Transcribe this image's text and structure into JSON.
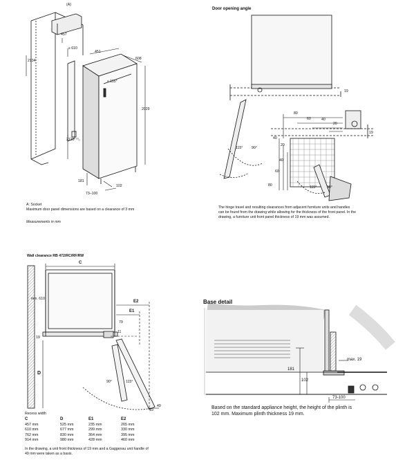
{
  "q1": {
    "marker": "(A)",
    "dims": [
      "457",
      "≥ 610",
      "451",
      "608",
      "2134",
      "≤ 115°",
      "2029",
      "2125 ⁺³₀",
      "181",
      "102",
      "73–100"
    ],
    "legend_socket": "A: Socket",
    "legend_panel": "Maximum door panel dimensions are based on a clearance of 3 mm",
    "measurements": "Measurements in mm"
  },
  "q2": {
    "title": "Door opening angle",
    "dims": [
      "19",
      "80",
      "60",
      "40",
      "20",
      "19",
      "40",
      "20",
      "115°",
      "90°",
      "40",
      "60",
      "80",
      "115°",
      "90°"
    ],
    "note": "The hinge travel and resulting clearances from adjacent furniture units and handles can be found from the drawing while allowing for the thickness of the front panel. In the drawing, a furniture unit front panel thickness of 19 mm was assumed."
  },
  "q3": {
    "title": "Wall clearance RB 472/RC/RF/RW",
    "labels": [
      "C",
      "E2",
      "E1",
      "min. 610",
      "79",
      "11",
      "19",
      "D",
      "90°",
      "115°",
      "19",
      "49"
    ],
    "table": {
      "caption": "Recess width",
      "headers": [
        "C",
        "D",
        "E1",
        "E2"
      ],
      "rows": [
        [
          "457 mm",
          "525 mm",
          "235 mm",
          "265 mm"
        ],
        [
          "610 mm",
          "677 mm",
          "299 mm",
          "330 mm"
        ],
        [
          "762 mm",
          "830 mm",
          "364 mm",
          "395 mm"
        ],
        [
          "914 mm",
          "980 mm",
          "428 mm",
          "460 mm"
        ]
      ]
    },
    "note": "In the drawing, a unit front thickness of 19 mm and a Gaggenau unit handle of 49 mm were taken as a basis."
  },
  "q4": {
    "title": "Base detail",
    "dims": [
      "181",
      "102",
      "max. 19",
      "73-100"
    ],
    "note": "Based on the standard appliance height, the height of the plinth is 102 mm. Maximum plinth thickness 19 mm."
  }
}
